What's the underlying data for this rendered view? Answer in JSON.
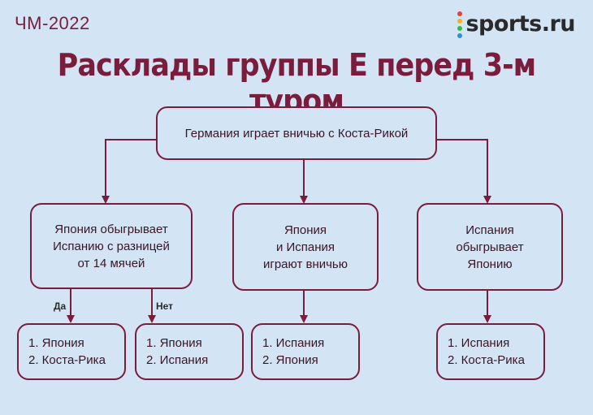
{
  "header": {
    "edition": "ЧМ-2022",
    "brand": "sports.ru",
    "brand_dot_colors": [
      "#e0443a",
      "#f2b21b",
      "#3bb54a",
      "#2b8fd6",
      "#9b59b6"
    ]
  },
  "title": "Расклады группы E перед 3-м туром",
  "colors": {
    "background": "#d3e5f5",
    "accent": "#7a1d3c"
  },
  "root": {
    "text": "Германия играет вничью с Коста-Рикой"
  },
  "scenarios": [
    {
      "text": "Япония обыгрывает\nИспанию с разницей\nот 14 мячей",
      "branches": [
        {
          "condition": "Да",
          "result": "1. Япония\n2. Коста-Рика"
        },
        {
          "condition": "Нет",
          "result": "1. Япония\n2. Испания"
        }
      ]
    },
    {
      "text": "Япония\nи Испания\nиграют вничью",
      "result": "1. Испания\n2. Япония"
    },
    {
      "text": "Испания\nобыгрывает\nЯпонию",
      "result": "1. Испания\n2. Коста-Рика"
    }
  ]
}
